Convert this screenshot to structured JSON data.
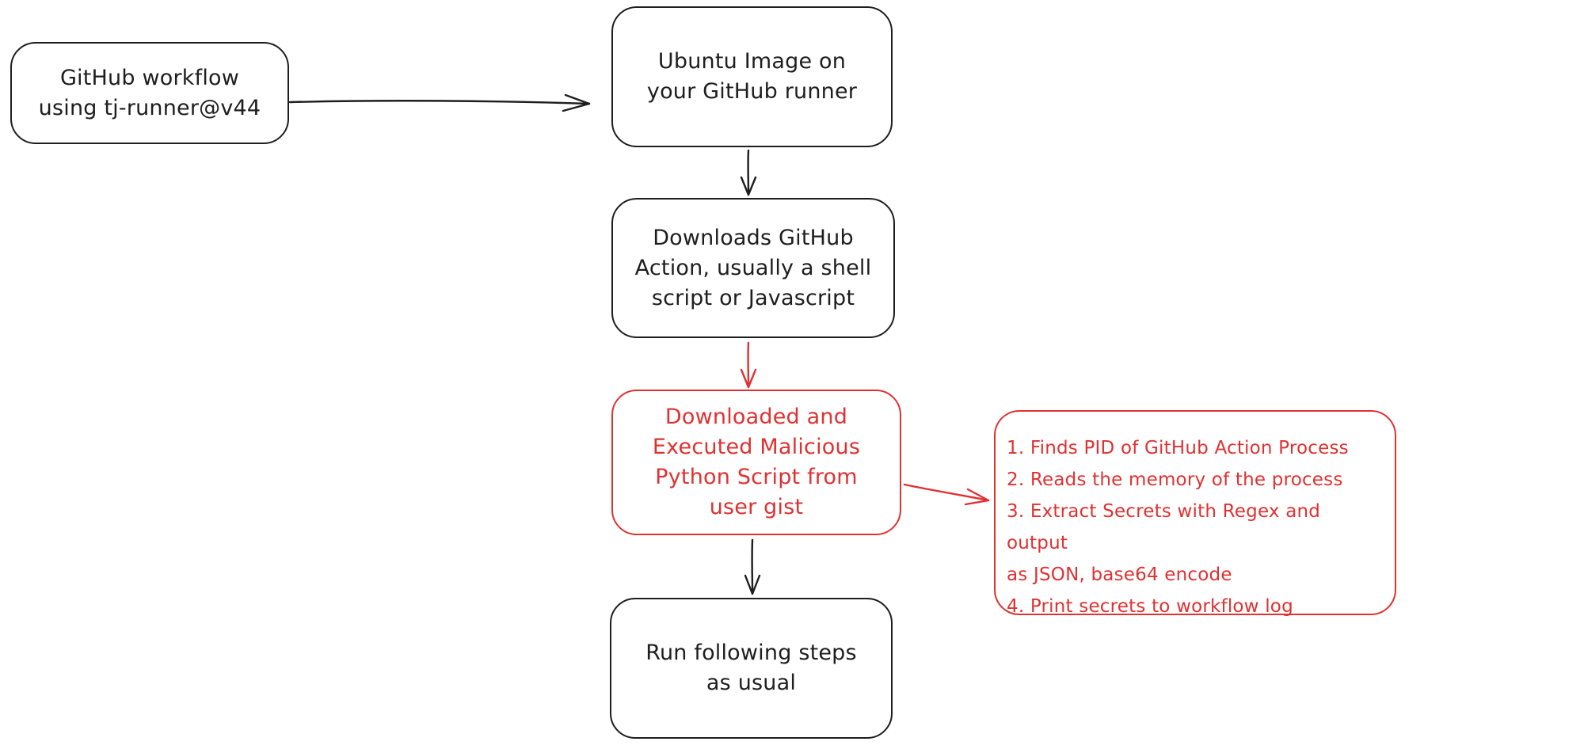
{
  "diagram": {
    "type": "flowchart",
    "colors": {
      "background": "#ffffff",
      "ink": "#1e1e1e",
      "danger": "#e03131"
    },
    "nodes": {
      "workflow": {
        "text": "GitHub workflow\nusing tj-runner@v44",
        "tone": "ink"
      },
      "runner_image": {
        "text": "Ubuntu Image on\nyour GitHub runner",
        "tone": "ink"
      },
      "download_action": {
        "text": "Downloads GitHub\nAction, usually a shell\nscript or Javascript",
        "tone": "ink"
      },
      "malicious_script": {
        "text": "Downloaded and\nExecuted Malicious\nPython Script from\nuser gist",
        "tone": "danger"
      },
      "attack_steps": {
        "text": "1. Finds PID of GitHub Action Process\n2. Reads the memory of the process\n3. Extract Secrets with Regex and output\nas JSON, base64 encode\n4. Print secrets to workflow log",
        "tone": "danger"
      },
      "run_steps": {
        "text": "Run following steps\nas usual",
        "tone": "ink"
      }
    },
    "edges": [
      {
        "from": "workflow",
        "to": "runner_image",
        "tone": "ink"
      },
      {
        "from": "runner_image",
        "to": "download_action",
        "tone": "ink"
      },
      {
        "from": "download_action",
        "to": "malicious_script",
        "tone": "danger"
      },
      {
        "from": "malicious_script",
        "to": "attack_steps",
        "tone": "danger"
      },
      {
        "from": "malicious_script",
        "to": "run_steps",
        "tone": "ink"
      }
    ]
  }
}
